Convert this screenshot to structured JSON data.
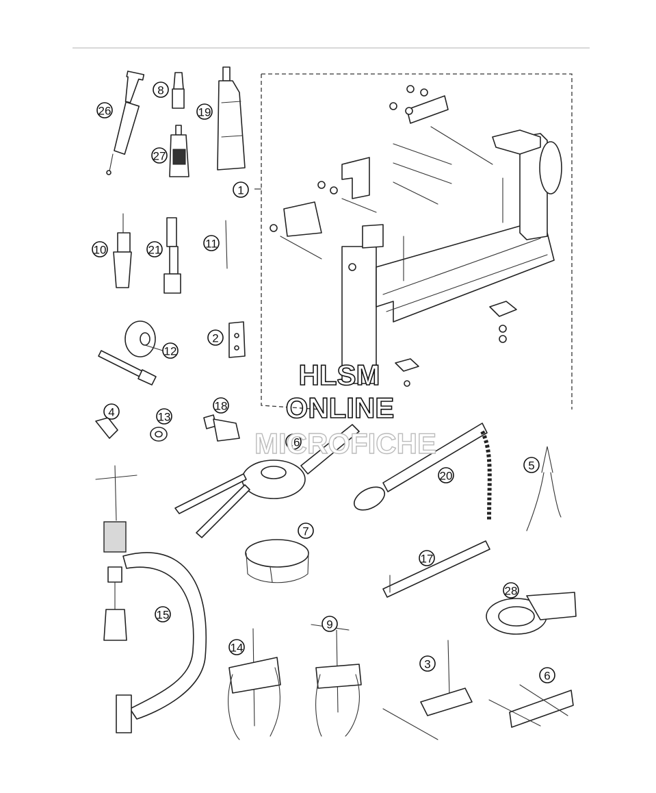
{
  "callouts": [
    {
      "id": "c26",
      "label": "26"
    },
    {
      "id": "c8",
      "label": "8"
    },
    {
      "id": "c19",
      "label": "19"
    },
    {
      "id": "c27",
      "label": "27"
    },
    {
      "id": "c1",
      "label": "1"
    },
    {
      "id": "c10",
      "label": "10"
    },
    {
      "id": "c21",
      "label": "21"
    },
    {
      "id": "c11",
      "label": "11"
    },
    {
      "id": "c12",
      "label": "12"
    },
    {
      "id": "c2",
      "label": "2"
    },
    {
      "id": "c4",
      "label": "4"
    },
    {
      "id": "c13",
      "label": "13"
    },
    {
      "id": "c18",
      "label": "18"
    },
    {
      "id": "c16",
      "label": "16"
    },
    {
      "id": "c20",
      "label": "20"
    },
    {
      "id": "c5",
      "label": "5"
    },
    {
      "id": "c7",
      "label": "7"
    },
    {
      "id": "c17",
      "label": "17"
    },
    {
      "id": "c28",
      "label": "28"
    },
    {
      "id": "c15",
      "label": "15"
    },
    {
      "id": "c14",
      "label": "14"
    },
    {
      "id": "c9",
      "label": "9"
    },
    {
      "id": "c3",
      "label": "3"
    },
    {
      "id": "c6",
      "label": "6"
    }
  ],
  "watermark": {
    "line1": "HLSM",
    "line2": "ONLINE",
    "line3": "MICROFICHE"
  },
  "colors": {
    "ink": "#222222",
    "paper": "#ffffff",
    "watermark": "#bbbbbb"
  }
}
